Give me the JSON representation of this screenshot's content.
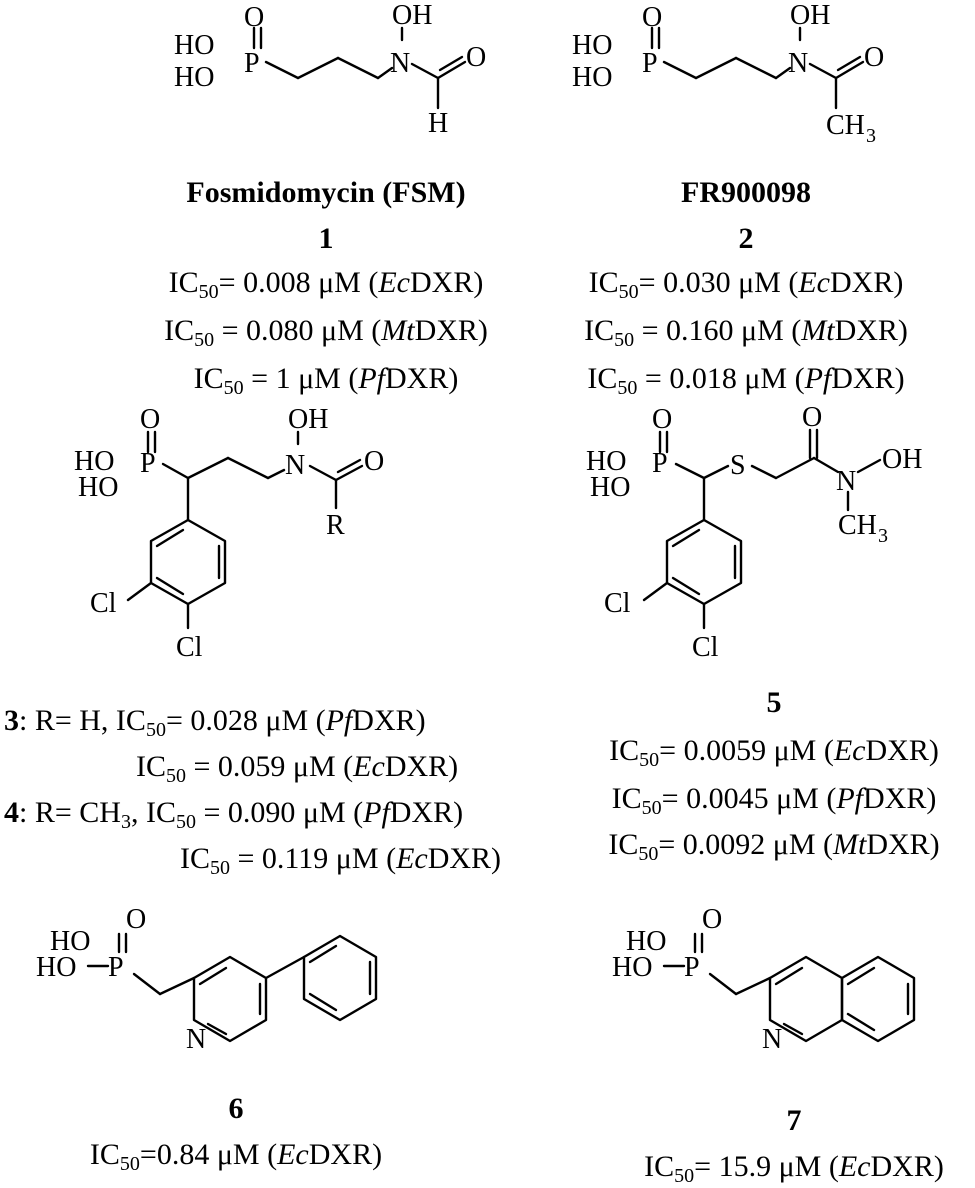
{
  "compounds": {
    "c1": {
      "name": "Fosmidomycin (FSM)",
      "number": "1",
      "ic": [
        {
          "lead": "IC",
          "sub": "50",
          "mid": "= 0.008 μM (",
          "it": "Ec",
          "tail": "DXR)"
        },
        {
          "lead": "IC",
          "sub": "50",
          "mid": " = 0.080 μM (",
          "it": "Mt",
          "tail": "DXR)"
        },
        {
          "lead": "IC",
          "sub": "50",
          "mid": " = 1 μM (",
          "it": "Pf",
          "tail": "DXR)"
        }
      ]
    },
    "c2": {
      "name": "FR900098",
      "number": "2",
      "ic": [
        {
          "lead": "IC",
          "sub": "50",
          "mid": "= 0.030 μM (",
          "it": "Ec",
          "tail": "DXR)"
        },
        {
          "lead": "IC",
          "sub": "50",
          "mid": " = 0.160 μM (",
          "it": "Mt",
          "tail": "DXR)"
        },
        {
          "lead": "IC",
          "sub": "50",
          "mid": " = 0.018 μM (",
          "it": "Pf",
          "tail": "DXR)"
        }
      ]
    },
    "c34": {
      "l1_num": "3",
      "l1_pre": ": R= H, IC",
      "l1_sub": "50",
      "l1_mid": "= 0.028 μM (",
      "l1_it": "Pf",
      "l1_tail": "DXR)",
      "l2_pre": "IC",
      "l2_sub": "50",
      "l2_mid": " = 0.059 μM (",
      "l2_it": "Ec",
      "l2_tail": "DXR)",
      "l3_num": "4",
      "l3_pre": ": R= CH",
      "l3_sub1": "3",
      "l3_mid1": ", IC",
      "l3_sub2": "50",
      "l3_mid": " = 0.090 μM (",
      "l3_it": "Pf",
      "l3_tail": "DXR)",
      "l4_pre": "IC",
      "l4_sub": "50",
      "l4_mid": " = 0.119 μM (",
      "l4_it": "Ec",
      "l4_tail": "DXR)"
    },
    "c5": {
      "number": "5",
      "ic": [
        {
          "lead": "IC",
          "sub": "50",
          "mid": "= 0.0059 μM (",
          "it": "Ec",
          "tail": "DXR)"
        },
        {
          "lead": "IC",
          "sub": "50",
          "mid": "= 0.0045 μM (",
          "it": "Pf",
          "tail": "DXR)"
        },
        {
          "lead": "IC",
          "sub": "50",
          "mid": "= 0.0092 μM (",
          "it": "Mt",
          "tail": "DXR)"
        }
      ]
    },
    "c6": {
      "number": "6",
      "lead": "IC",
      "sub": "50",
      "mid": "=0.84 μM (",
      "it": "Ec",
      "tail": "DXR)"
    },
    "c7": {
      "number": "7",
      "lead": "IC",
      "sub": "50",
      "mid": "= 15.9 μM (",
      "it": "Ec",
      "tail": "DXR)"
    }
  },
  "atoms": {
    "O": "O",
    "OH": "OH",
    "HO": "HO",
    "P": "P",
    "N": "N",
    "H": "H",
    "S": "S",
    "Cl": "Cl",
    "R": "R",
    "CH": "CH",
    "sub3": "3",
    "HOdash": "HO"
  }
}
